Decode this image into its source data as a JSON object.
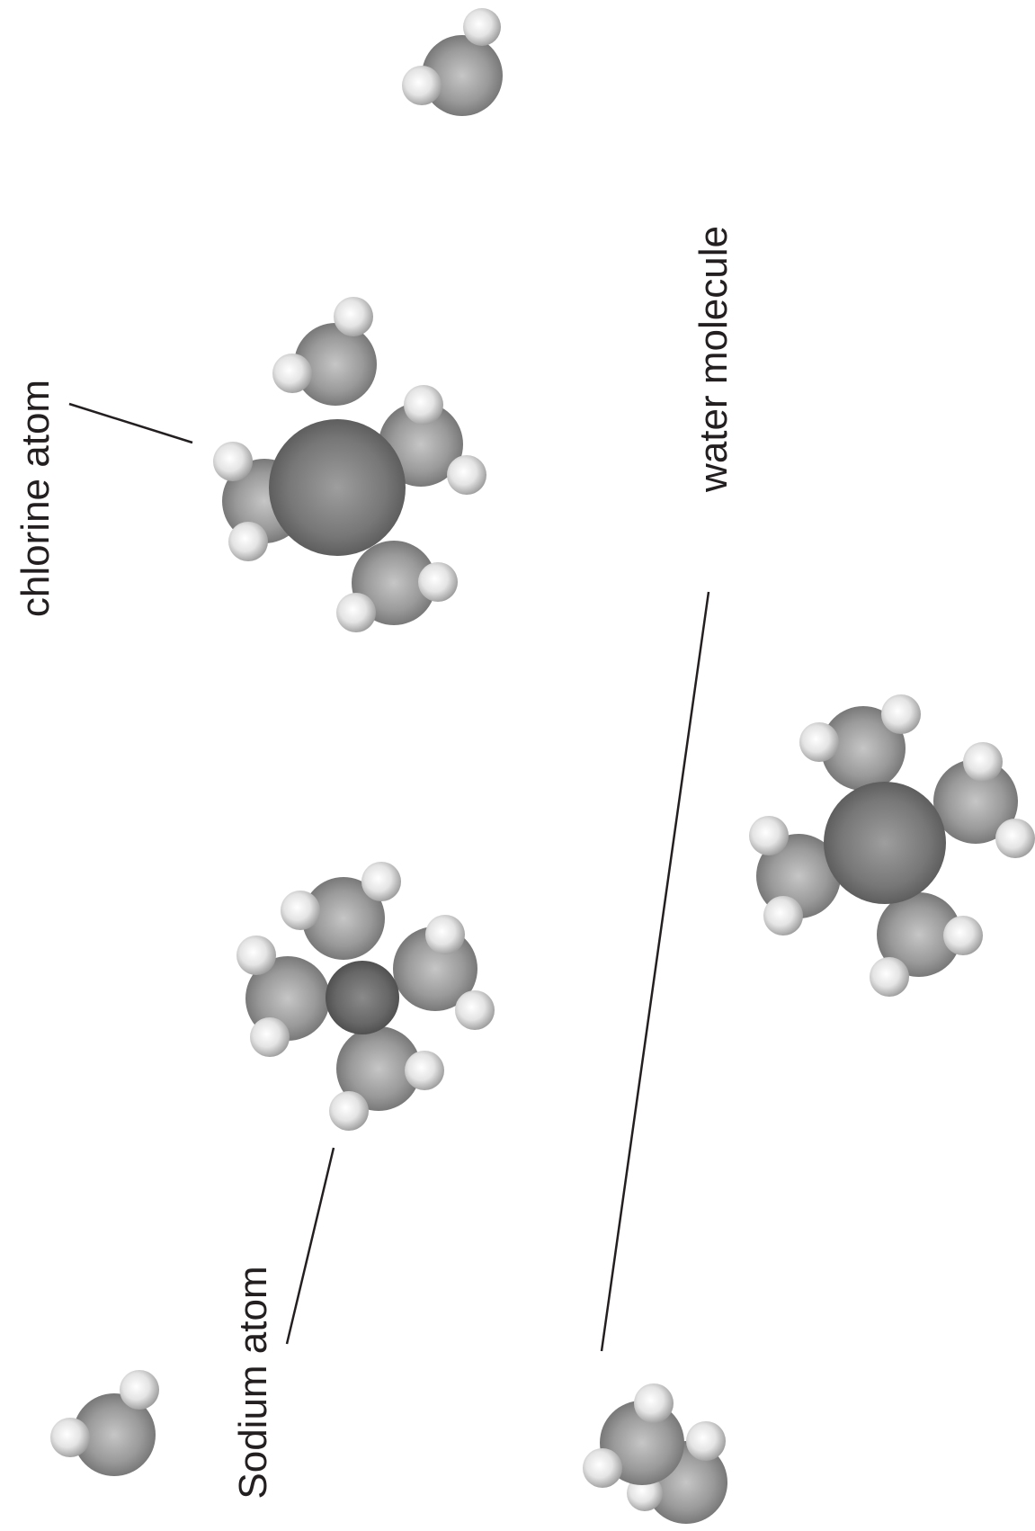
{
  "labels": {
    "chlorine": "chlorine atom",
    "sodium": "Sodium atom",
    "water": "water molecule"
  },
  "colors": {
    "line": "#231f20",
    "background": "#ffffff",
    "chlorine_atom": "#6e6e6e",
    "sodium_atom": "#5f5f5f",
    "oxygen_atom": "#8c8c8c",
    "hydrogen_atom": "#d4d4d4"
  }
}
